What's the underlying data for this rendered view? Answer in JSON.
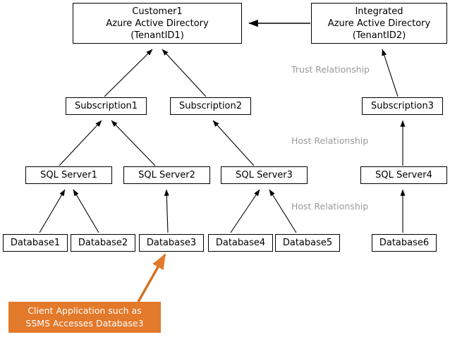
{
  "diagram": {
    "title_nodes": {
      "aad_customer": {
        "lines": [
          "Customer1",
          "Azure Active Directory",
          "(TenantID1)"
        ]
      },
      "aad_integrated": {
        "lines": [
          "Integrated",
          "Azure Active Directory",
          "(TenantID2)"
        ]
      }
    },
    "subscriptions": [
      {
        "label": "Subscription1"
      },
      {
        "label": "Subscription2"
      },
      {
        "label": "Subscription3"
      }
    ],
    "servers": [
      {
        "label": "SQL Server1"
      },
      {
        "label": "SQL Server2"
      },
      {
        "label": "SQL Server3"
      },
      {
        "label": "SQL Server4"
      }
    ],
    "databases": [
      {
        "label": "Database1"
      },
      {
        "label": "Database2"
      },
      {
        "label": "Database3"
      },
      {
        "label": "Database4"
      },
      {
        "label": "Database5"
      },
      {
        "label": "Database6"
      }
    ],
    "relationship_labels": [
      {
        "text": "Trust Relationship"
      },
      {
        "text": "Host Relationship"
      },
      {
        "text": "Host Relationship"
      }
    ],
    "callout": {
      "lines": [
        "Client Application such as",
        "SSMS Accesses Database3"
      ],
      "color": "#e3792a"
    },
    "colors": {
      "stroke": "#000000",
      "box_fill": "#ffffff",
      "label_gray": "#9a9a9a",
      "accent_orange": "#e3792a"
    }
  }
}
